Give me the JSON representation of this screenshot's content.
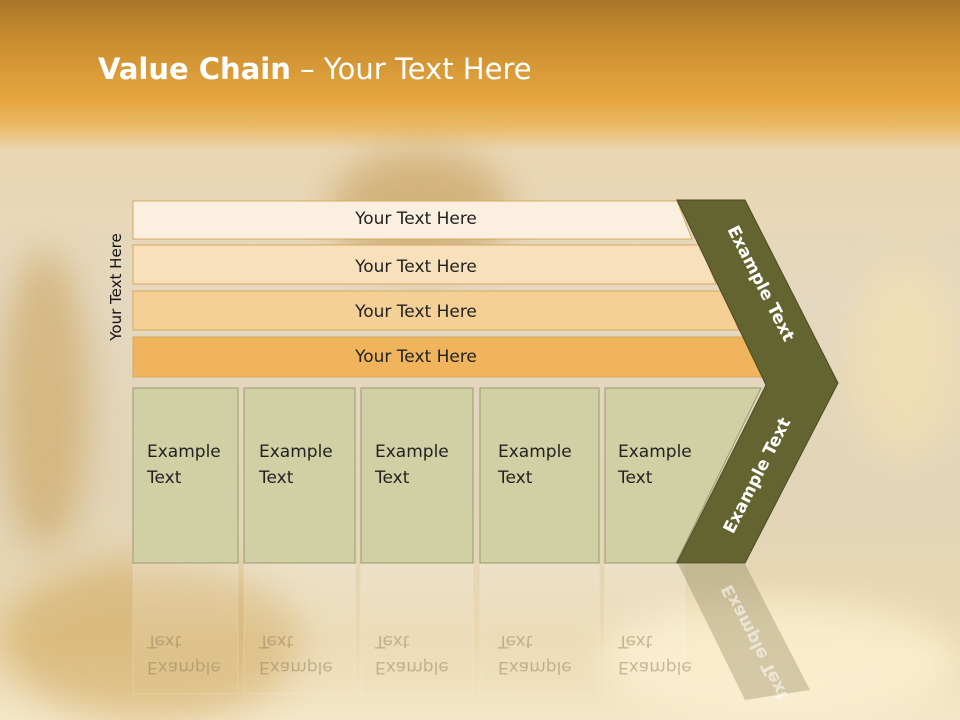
{
  "title": {
    "bold": "Value Chain",
    "rest": " – Your Text Here"
  },
  "side_label": "Your Text Here",
  "bands": [
    "Your Text Here",
    "Your Text Here",
    "Your Text Here",
    "Your Text Here"
  ],
  "boxes": [
    {
      "line1": "Example",
      "line2": "Text"
    },
    {
      "line1": "Example",
      "line2": "Text"
    },
    {
      "line1": "Example",
      "line2": "Text"
    },
    {
      "line1": "Example",
      "line2": "Text"
    },
    {
      "line1": "Example",
      "line2": "Text"
    }
  ],
  "chevron_upper_label": "Example Text",
  "chevron_lower_label": "Example Text",
  "colors": {
    "band1": "#fbf0df",
    "band2": "#f8e0ba",
    "band3": "#f4cf96",
    "band4": "#efb45c",
    "box": "#d1d0a4",
    "chevron": "#646431"
  }
}
